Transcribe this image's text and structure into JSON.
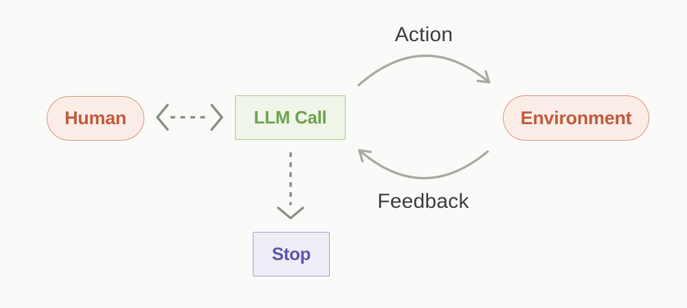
{
  "diagram": {
    "nodes": {
      "human": {
        "label": "Human"
      },
      "llm_call": {
        "label": "LLM Call"
      },
      "environment": {
        "label": "Environment"
      },
      "stop": {
        "label": "Stop"
      }
    },
    "edge_labels": {
      "action": "Action",
      "feedback": "Feedback"
    },
    "edges": [
      {
        "from": "llm_call",
        "to": "environment",
        "label": "Action",
        "style": "solid-curved"
      },
      {
        "from": "environment",
        "to": "llm_call",
        "label": "Feedback",
        "style": "solid-curved"
      },
      {
        "from": "human",
        "to": "llm_call",
        "label": "",
        "style": "dashed-double-arrow"
      },
      {
        "from": "llm_call",
        "to": "stop",
        "label": "",
        "style": "dashed-arrow"
      }
    ],
    "colors": {
      "background": "#FAFAF8",
      "pink_fill": "#FAEDE8",
      "pink_border": "#DC9179",
      "pink_text": "#C25B3B",
      "green_fill": "#EFF5E8",
      "green_border": "#A6C789",
      "green_text": "#6EA24E",
      "purple_fill": "#EFEEF7",
      "purple_border": "#A39BD2",
      "purple_text": "#5E55AE",
      "arrow_solid": "#A9A9A4",
      "arrow_dashed": "#8B8B87",
      "label_text": "#3C3C3A"
    }
  }
}
